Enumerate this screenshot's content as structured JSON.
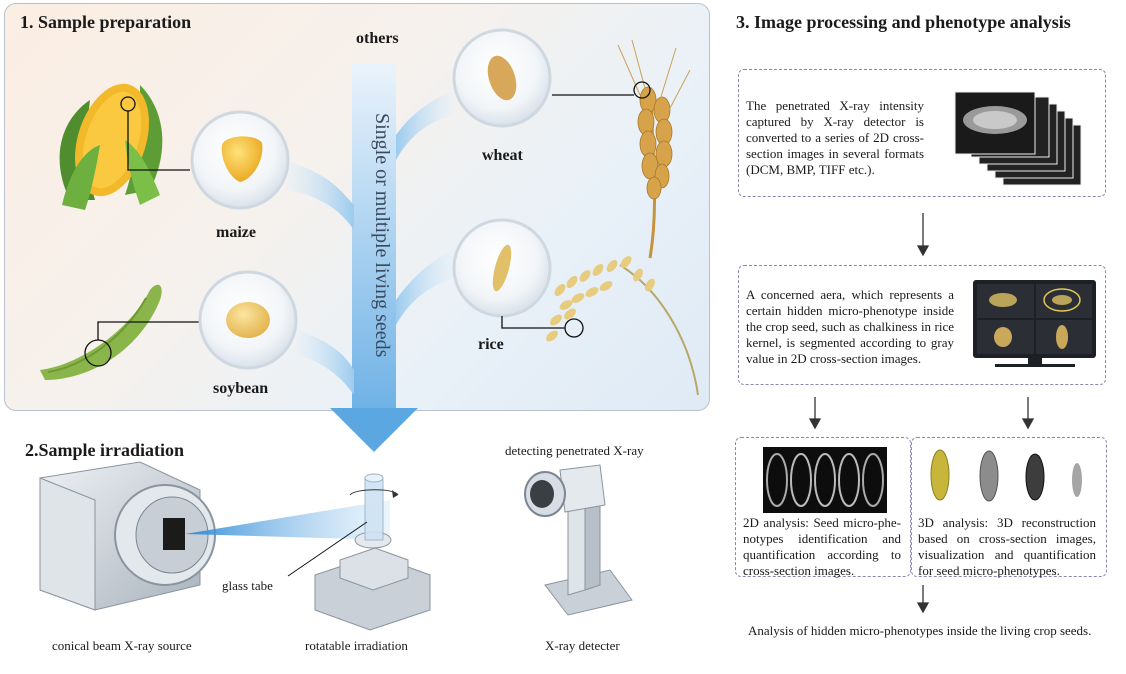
{
  "panel1": {
    "title": "1. Sample preparation",
    "others": "others",
    "vertical_text": "Single or multiple living seeds",
    "seeds": {
      "maize": "maize",
      "soybean": "soybean",
      "wheat": "wheat",
      "rice": "rice"
    }
  },
  "panel2": {
    "title": "2.Sample irradiation",
    "detecting": "detecting penetrated X-ray",
    "glass_tube": "glass tabe",
    "source": "conical beam X-ray source",
    "rotatable": "rotatable irradiation",
    "detector": "X-ray detecter"
  },
  "panel3": {
    "title": "3. Image processing and phenotype analysis",
    "box1": "The penetrated X-ray intensity captured by X-ray detector is converted to a series of 2D cross-section images in several formats (DCM, BMP, TIFF etc.).",
    "box2": "A concerned aera, which represents a certain hidden micro-phenotype inside the crop seed, such as chalkiness in rice kernel, is segmented according to gray value in 2D cross-section images.",
    "box3": "2D analysis: Seed micro-phe-notypes identification and quantification according to cross-section images.",
    "box4": "3D analysis: 3D reconstruction based on cross-section images, visualization and quantification for seed micro-phenotypes.",
    "final": "Analysis of hidden micro-phenotypes inside the living crop seeds."
  },
  "colors": {
    "arrow_blue": "#8fc3ea",
    "maize_yellow": "#f2b92a",
    "soy_green": "#8ab54a",
    "wheat_gold": "#d6a24a",
    "box_border": "#8c86b5"
  }
}
